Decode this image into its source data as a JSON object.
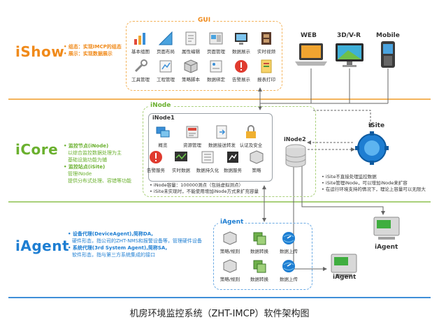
{
  "layers": {
    "ishow": {
      "label": "iShow",
      "bullets": [
        "组态：实现IMCP的组态",
        "展示：实现数据展示"
      ]
    },
    "icore": {
      "label": "iCore",
      "bullets": [
        {
          "text": "监控节点(iNode)",
          "bold": true
        },
        {
          "text": "以综合监控数据处理为主",
          "bold": false
        },
        {
          "text": "基础设施功能为辅",
          "bold": false
        },
        {
          "text": "监控站点(iSite)",
          "bold": true
        },
        {
          "text": "管理iNode",
          "bold": false
        },
        {
          "text": "提供分布式处理、容错等功能",
          "bold": false
        }
      ]
    },
    "iagent": {
      "label": "iAgent",
      "bullets": [
        {
          "text": "设备代理(DeviceAgent),简称DA,",
          "bold": true
        },
        {
          "text": "硬件形态，指公司的ZHT-NMS和报警设备等，管理硬件设备",
          "bold": false
        },
        {
          "text": "系统代理(3rd System Agent),简称SA,",
          "bold": true
        },
        {
          "text": "软件形态，指与第三方系统集成的接口",
          "bold": false
        }
      ]
    }
  },
  "gui": {
    "title": "GUI",
    "items": [
      "基本组图",
      "页面布局",
      "属性编辑",
      "页面管理",
      "数据展示",
      "实时视频",
      "工具管理",
      "工程管理",
      "策略脚本",
      "数据绑定",
      "告警展示",
      "报表打印"
    ]
  },
  "clients": [
    "WEB",
    "3D/V-R",
    "Mobile"
  ],
  "inode": {
    "title": "iNode",
    "sub_title": "iNode1",
    "items": [
      "概览",
      "资源管理",
      "数据接送转发",
      "认证及安全",
      "告警服务",
      "实时数据",
      "数据持久化",
      "数据服务",
      "策略"
    ],
    "notes": [
      "iNode容量：100000测点（包括虚拟测点）",
      "iSite未实现时，不能使用增加iNode方式来扩充容量"
    ],
    "inode2": "iNode2"
  },
  "isite": {
    "title": "iSite",
    "notes": [
      "iSite不直接处理监控数据",
      "iSite管理iNode，可以增加iNode来扩容",
      "在运行环境支持的情况下，理论上容量可以无限大"
    ]
  },
  "iagent_box": {
    "title": "iAgent",
    "items": [
      "策略/规则",
      "数据转换",
      "数据上传",
      "策略/规则",
      "数据转换",
      "数据上传"
    ]
  },
  "devices": [
    "iAgent",
    "iAgent"
  ],
  "caption": "机房环境监控系统（ZHT-IMCP）软件架构图",
  "colors": {
    "orange": "#f08a1a",
    "green": "#6ab02e",
    "blue": "#1e7ed2",
    "gray": "#9aa0a6"
  }
}
